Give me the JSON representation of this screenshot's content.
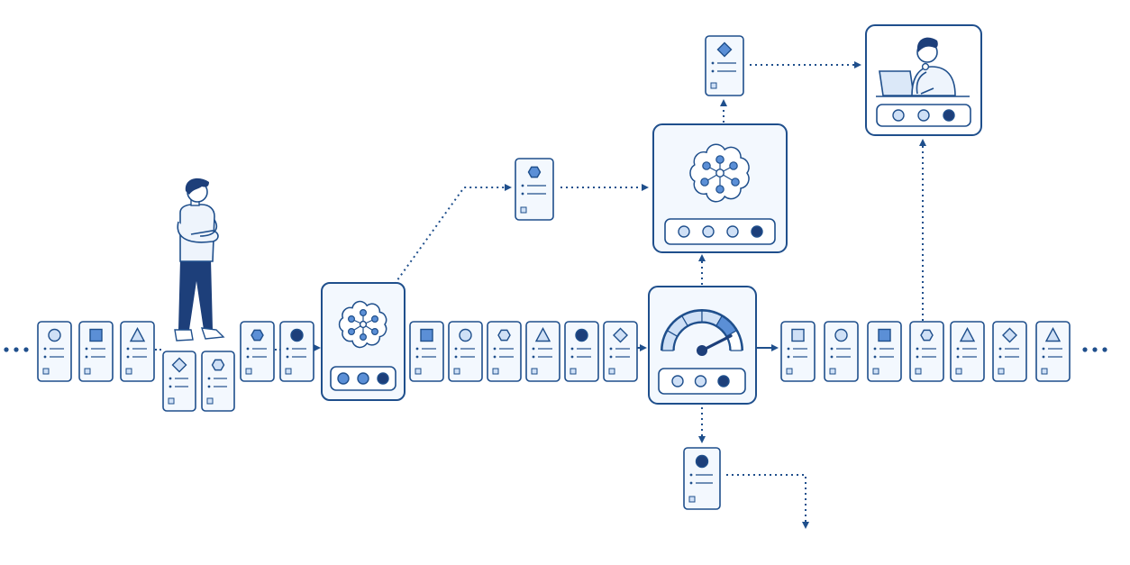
{
  "theme": {
    "stroke": "#1f4f8c",
    "dark_fill": "#1d3f7a",
    "mid_fill": "#5b8fd6",
    "light_fill": "#cfe0f6",
    "card_bg": "#f3f8fe",
    "bg": "#ffffff"
  },
  "items": {
    "main_row": [
      {
        "shape": "circle",
        "fill": "light"
      },
      {
        "shape": "square",
        "fill": "mid"
      },
      {
        "shape": "triangle",
        "fill": "light"
      },
      {
        "shape": "hexagon",
        "fill": "mid"
      },
      {
        "shape": "circle",
        "fill": "dark"
      },
      {
        "shape": "square",
        "fill": "mid"
      },
      {
        "shape": "circle",
        "fill": "light"
      },
      {
        "shape": "hexagon",
        "fill": "light"
      },
      {
        "shape": "triangle",
        "fill": "light"
      },
      {
        "shape": "circle",
        "fill": "dark"
      },
      {
        "shape": "diamond",
        "fill": "light"
      },
      {
        "shape": "square",
        "fill": "light"
      },
      {
        "shape": "circle",
        "fill": "light"
      },
      {
        "shape": "square",
        "fill": "mid"
      },
      {
        "shape": "hexagon",
        "fill": "light"
      },
      {
        "shape": "triangle",
        "fill": "light"
      },
      {
        "shape": "diamond",
        "fill": "light"
      },
      {
        "shape": "triangle",
        "fill": "light"
      }
    ],
    "dropped": [
      {
        "shape": "diamond",
        "fill": "light"
      },
      {
        "shape": "hexagon",
        "fill": "light"
      }
    ],
    "branch_top": {
      "shape": "hexagon",
      "fill": "mid"
    },
    "branch_upper": {
      "shape": "diamond",
      "fill": "mid"
    },
    "branch_bottom": {
      "shape": "circle",
      "fill": "dark"
    }
  },
  "modules": {
    "filter_module": {
      "icon": "network-cloud-icon",
      "indicators": [
        "mid",
        "mid",
        "dark"
      ]
    },
    "classifier_module": {
      "icon": "network-cloud-icon",
      "indicators": [
        "light",
        "light",
        "light",
        "dark"
      ]
    },
    "gauge_module": {
      "icon": "speedometer-icon",
      "level": 0.85,
      "indicators": [
        "light",
        "light",
        "dark"
      ]
    },
    "review_station": {
      "icon": "human-reviewer-icon",
      "indicators": [
        "light",
        "light",
        "dark"
      ]
    }
  },
  "figures": {
    "observer": "standing-person-icon",
    "reviewer": "person-at-laptop-icon"
  }
}
